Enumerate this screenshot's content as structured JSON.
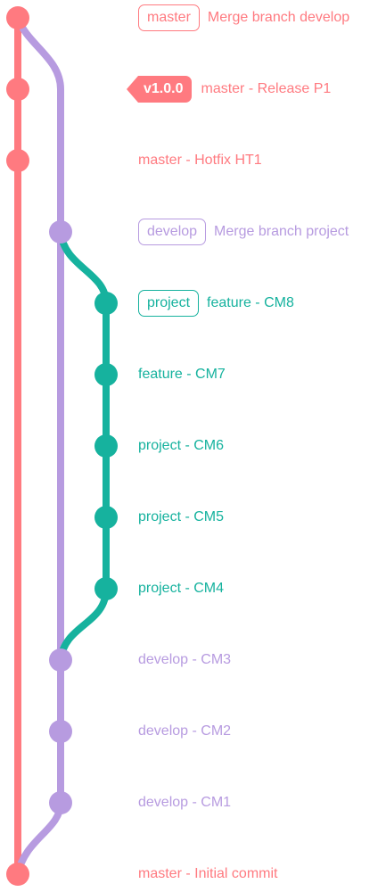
{
  "colors": {
    "master": "#ff7a80",
    "develop": "#b79be0",
    "project": "#16b29e"
  },
  "commits": [
    {
      "lane": "master",
      "branch_tag": "master",
      "version_tag": "",
      "message": "Merge branch develop"
    },
    {
      "lane": "master",
      "branch_tag": "",
      "version_tag": "v1.0.0",
      "message": "master - Release P1"
    },
    {
      "lane": "master",
      "branch_tag": "",
      "version_tag": "",
      "message": "master - Hotfix HT1"
    },
    {
      "lane": "develop",
      "branch_tag": "develop",
      "version_tag": "",
      "message": "Merge branch project"
    },
    {
      "lane": "project",
      "branch_tag": "project",
      "version_tag": "",
      "message": "feature - CM8"
    },
    {
      "lane": "project",
      "branch_tag": "",
      "version_tag": "",
      "message": "feature - CM7"
    },
    {
      "lane": "project",
      "branch_tag": "",
      "version_tag": "",
      "message": "project - CM6"
    },
    {
      "lane": "project",
      "branch_tag": "",
      "version_tag": "",
      "message": "project - CM5"
    },
    {
      "lane": "project",
      "branch_tag": "",
      "version_tag": "",
      "message": "project - CM4"
    },
    {
      "lane": "develop",
      "branch_tag": "",
      "version_tag": "",
      "message": "develop - CM3"
    },
    {
      "lane": "develop",
      "branch_tag": "",
      "version_tag": "",
      "message": "develop - CM2"
    },
    {
      "lane": "develop",
      "branch_tag": "",
      "version_tag": "",
      "message": "develop - CM1"
    },
    {
      "lane": "master",
      "branch_tag": "",
      "version_tag": "",
      "message": "master - Initial commit"
    }
  ]
}
